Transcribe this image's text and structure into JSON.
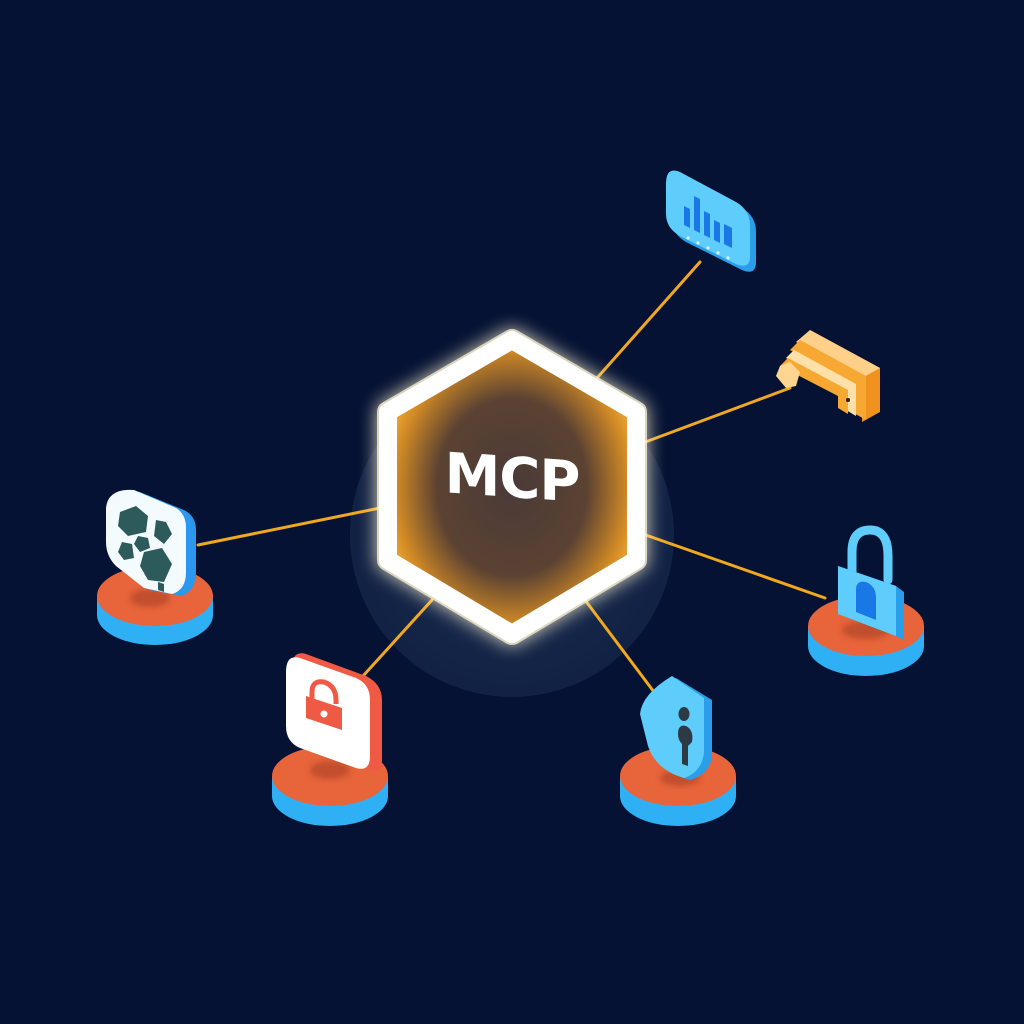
{
  "hub": {
    "label": "MCP",
    "border_color": "#ffffff",
    "glow_color": "#f5a623",
    "fill_center": "#4a3a36"
  },
  "colors": {
    "background": "#051233",
    "connector": "#f0a81e",
    "base_top": "#e8643a",
    "base_side": "#2fb0f5",
    "icon_blue": "#42bff7",
    "icon_orange": "#f7a833",
    "icon_red": "#ef5a45",
    "icon_dark": "#2d5a5a"
  },
  "nodes": [
    {
      "id": "analytics",
      "icon": "bar-chart-icon",
      "position": "top-right"
    },
    {
      "id": "storage",
      "icon": "stacked-layers-icon",
      "position": "right-upper"
    },
    {
      "id": "secure-lock",
      "icon": "padlock-icon",
      "position": "right-lower"
    },
    {
      "id": "keyhole",
      "icon": "shield-keyhole-icon",
      "position": "bottom-right"
    },
    {
      "id": "red-lock",
      "icon": "red-padlock-card-icon",
      "position": "bottom-left"
    },
    {
      "id": "map",
      "icon": "map-shield-icon",
      "position": "left"
    }
  ]
}
